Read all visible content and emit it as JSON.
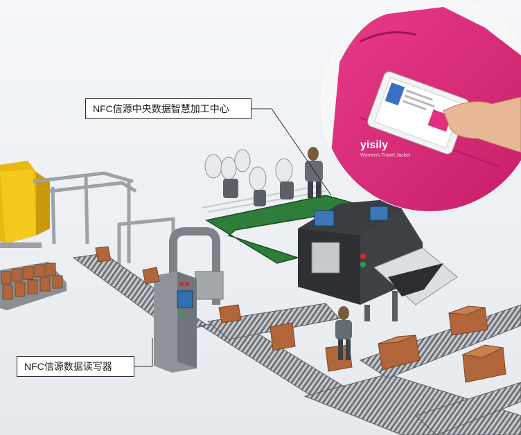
{
  "labels": {
    "central_processing": "NFC信源中央数据智慧加工中心",
    "reader": "NFC信源数据读写器"
  },
  "inset": {
    "brand_text": "yisily",
    "subtitle_text": "Women's Travel Jacket"
  },
  "colors": {
    "background": "#eef0f4",
    "jacket_pink": "#e0307e",
    "belt_green": "#2e7d3a",
    "box_brown": "#b0663a",
    "machine_dark": "#2e3033",
    "machine_grey": "#8e9499",
    "loader_yellow": "#f2c318"
  }
}
